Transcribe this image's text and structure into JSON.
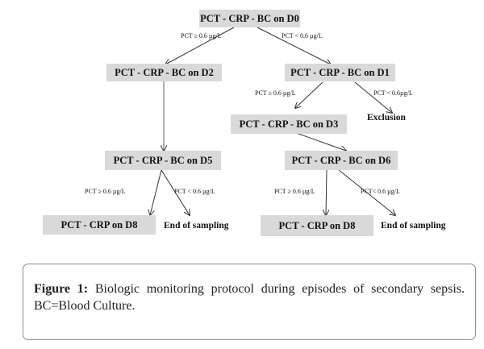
{
  "diagram": {
    "nodes": {
      "d0": "PCT - CRP - BC on D0",
      "d2": "PCT - CRP - BC on D2",
      "d1": "PCT - CRP - BC on D1",
      "d3": "PCT - CRP - BC on D3",
      "d5": "PCT - CRP - BC on D5",
      "d6": "PCT - CRP - BC on D6",
      "d8_left": "PCT - CRP on D8",
      "d8_right": "PCT - CRP on D8"
    },
    "outcomes": {
      "exclusion": "Exclusion",
      "end_left": "End of sampling",
      "end_right": "End of sampling"
    },
    "edge_labels": {
      "d0_to_d2": "PCT ≥ 0.6 µg/L",
      "d0_to_d1": "PCT < 0.6 µg/L",
      "d1_to_d3": "PCT ≥ 0.6 µg/L",
      "d1_to_exclusion": "PCT < 0.6µg/L",
      "d5_to_d8": "PCT ≥ 0.6 µg/L",
      "d5_to_end": "PCT < 0.6 µg/L",
      "d6_to_d8": "PCT ≥ 0.6 µg/L",
      "d6_to_end": "PCT< 0.6 µg/L"
    }
  },
  "caption": {
    "label": "Figure 1:",
    "text": " Biologic monitoring protocol during episodes of secondary sepsis. BC=Blood Culture."
  },
  "colors": {
    "box_fill": "#d9d9d9",
    "arrow": "#333333",
    "caption_border": "#8c8c8c"
  }
}
